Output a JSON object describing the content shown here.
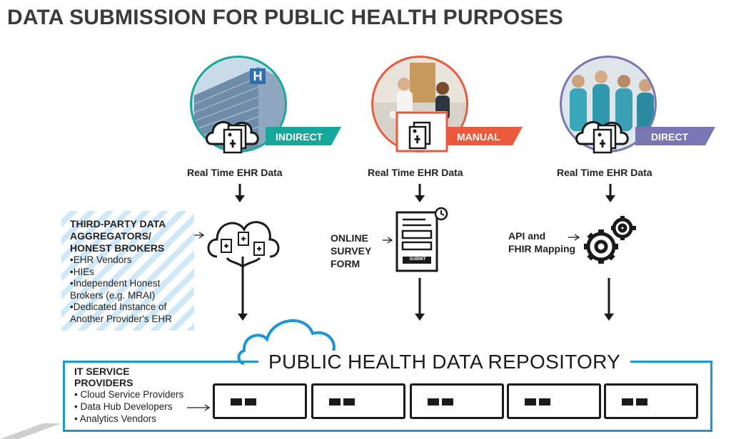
{
  "title": "DATA SUBMISSION FOR PUBLIC HEALTH PURPOSES",
  "colors": {
    "indirect": "#17a79a",
    "manual": "#ea5a3c",
    "direct": "#7a75b3",
    "repository": "#1e95d4",
    "hatch": "#cfe8f7"
  },
  "sources": [
    {
      "badge": "INDIRECT",
      "caption": "Real Time EHR Data",
      "image": "hospital-building"
    },
    {
      "badge": "MANUAL",
      "caption": "Real Time EHR Data",
      "image": "medical-office-staff"
    },
    {
      "badge": "DIRECT",
      "caption": "Real Time EHR Data",
      "image": "surgeons-team"
    }
  ],
  "third_party": {
    "heading": [
      "THIRD-PARTY DATA",
      "AGGREGATORS/",
      "HONEST BROKERS"
    ],
    "items": [
      "•EHR Vendors",
      "•HIEs",
      "•Independent Honest",
      "Brokers (e.g. MRAI)",
      "•Dedicated Instance of",
      "Another Provider's EHR"
    ],
    "icon": "cloud-documents-icon"
  },
  "manual_path": {
    "label": [
      "ONLINE",
      "SURVEY",
      "FORM"
    ],
    "submit_label": "SUBMIT",
    "icon": "survey-form-icon"
  },
  "direct_path": {
    "label": [
      "API and",
      "FHIR Mapping"
    ],
    "icon": "gears-icon"
  },
  "repository": {
    "title": "PUBLIC  HEALTH DATA REPOSITORY",
    "it_heading": [
      "IT SERVICE",
      "PROVIDERS"
    ],
    "it_items": [
      "• Cloud Service Providers",
      "• Data Hub Developers",
      "• Analytics Vendors"
    ],
    "server_count": 5
  }
}
